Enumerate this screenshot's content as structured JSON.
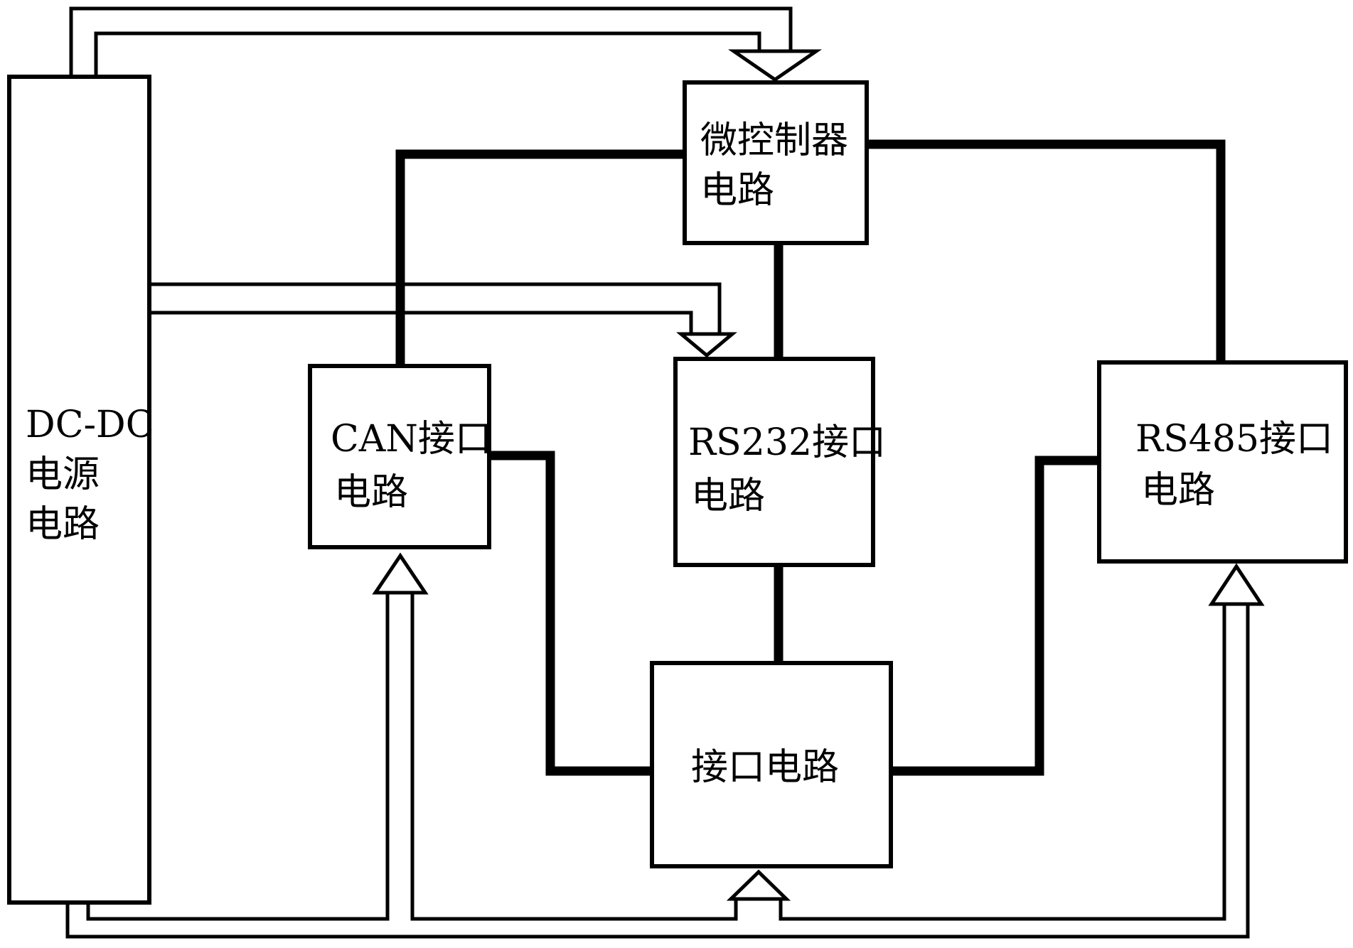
{
  "blocks": {
    "dcdc": {
      "lines": [
        "DC-DC",
        "电源",
        "电路"
      ]
    },
    "mcu": {
      "lines": [
        "微控制器",
        "电路"
      ]
    },
    "can": {
      "lines": [
        "CAN接口",
        "电路"
      ]
    },
    "rs232": {
      "lines": [
        "RS232接口",
        "电路"
      ]
    },
    "rs485": {
      "lines": [
        "RS485接口",
        "电路"
      ]
    },
    "iface": {
      "lines": [
        "接口电路"
      ]
    }
  }
}
